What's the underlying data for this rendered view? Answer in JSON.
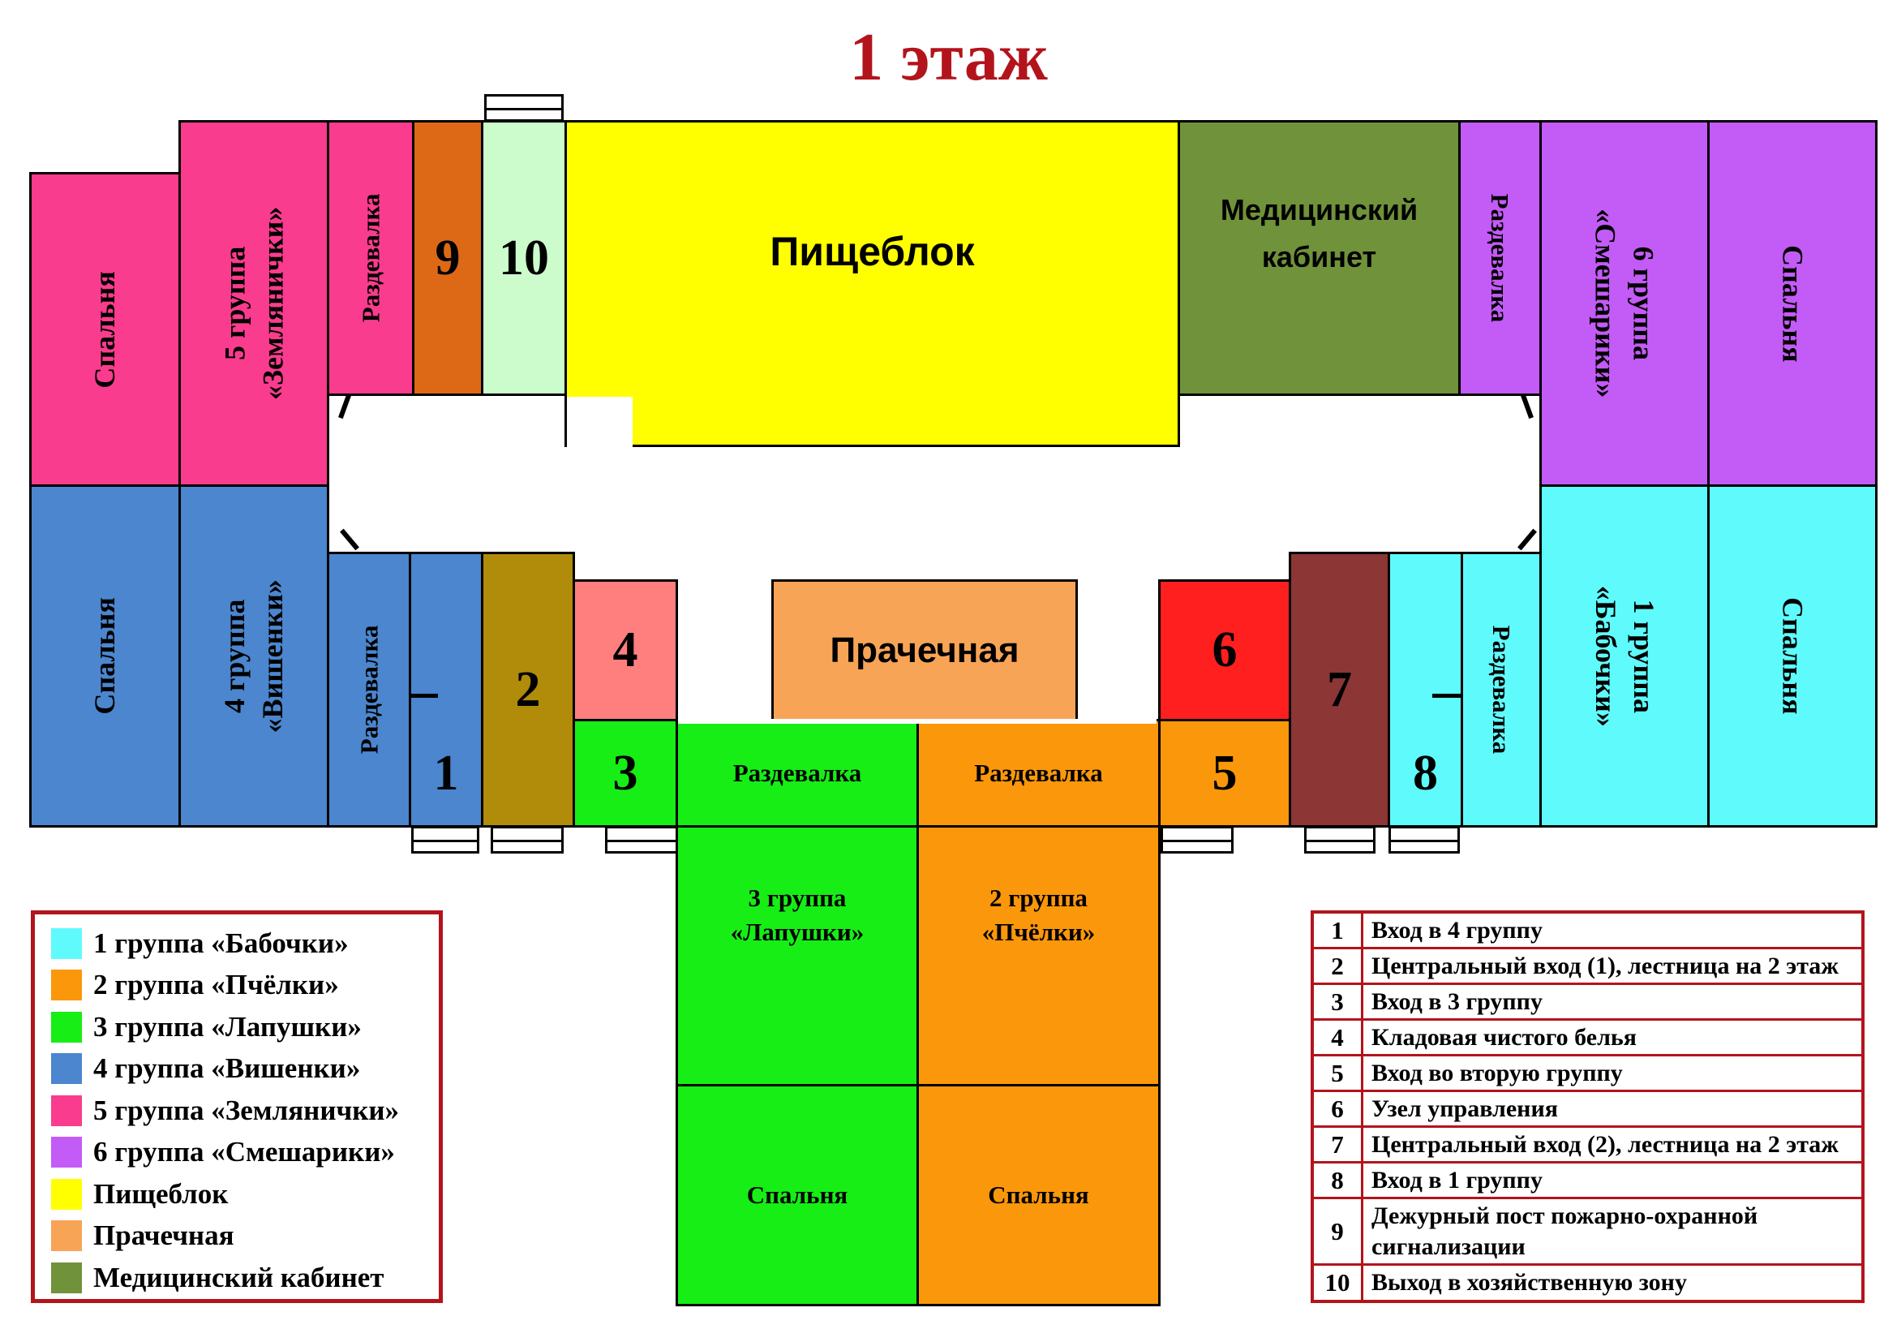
{
  "title": "1 этаж",
  "rooms": {
    "spalnya": "Спальня",
    "razdevalka": "Раздевалка",
    "group5": "5 группа\n«Землянички»",
    "group4": "4 группа\n«Вишенки»",
    "group6": "6 группа\n«Смешарики»",
    "group1": "1 группа\n«Бабочки»",
    "group3": "3 группа\n«Лапушки»",
    "group2": "2 группа\n«Пчёлки»",
    "pisheblok": "Пищеблок",
    "medkab": "Медицинский\nкабинет",
    "prachechnaya": "Прачечная"
  },
  "numbers": [
    "1",
    "2",
    "3",
    "4",
    "5",
    "6",
    "7",
    "8",
    "9",
    "10"
  ],
  "colors": {
    "group1": "#5ffbfc",
    "group2": "#fb970a",
    "group3": "#16ee16",
    "group4": "#4b86ce",
    "group5": "#f93c8e",
    "group6": "#c35bf6",
    "pisheblok": "#ffff00",
    "prachechnaya": "#f7a457",
    "medkab": "#70923a",
    "room2": "#b18b0a",
    "room4": "#ff7f7f",
    "room6": "#ff1f1f",
    "room7": "#8c3636",
    "room9": "#dd6916",
    "room10": "#ccfbcc",
    "accent": "#b3141c"
  },
  "legend": [
    {
      "color": "#5ffbfc",
      "label": "1 группа «Бабочки»"
    },
    {
      "color": "#fb970a",
      "label": "2 группа «Пчёлки»"
    },
    {
      "color": "#16ee16",
      "label": "3 группа «Лапушки»"
    },
    {
      "color": "#4b86ce",
      "label": "4 группа «Вишенки»"
    },
    {
      "color": "#f93c8e",
      "label": "5 группа «Землянички»"
    },
    {
      "color": "#c35bf6",
      "label": "6 группа «Смешарики»"
    },
    {
      "color": "#ffff00",
      "label": "Пищеблок"
    },
    {
      "color": "#f7a457",
      "label": "Прачечная"
    },
    {
      "color": "#70923a",
      "label": "Медицинский кабинет"
    }
  ],
  "key": [
    {
      "num": "1",
      "text": "Вход в 4 группу"
    },
    {
      "num": "2",
      "text": "Центральный вход (1), лестница на 2 этаж"
    },
    {
      "num": "3",
      "text": "Вход в 3 группу"
    },
    {
      "num": "4",
      "text": "Кладовая чистого белья"
    },
    {
      "num": "5",
      "text": "Вход во вторую группу"
    },
    {
      "num": "6",
      "text": "Узел управления"
    },
    {
      "num": "7",
      "text": "Центральный вход (2), лестница на 2 этаж"
    },
    {
      "num": "8",
      "text": "Вход в 1 группу"
    },
    {
      "num": "9",
      "text": "Дежурный пост пожарно-охранной сигнализации"
    },
    {
      "num": "10",
      "text": "Выход в хозяйственную зону"
    }
  ]
}
